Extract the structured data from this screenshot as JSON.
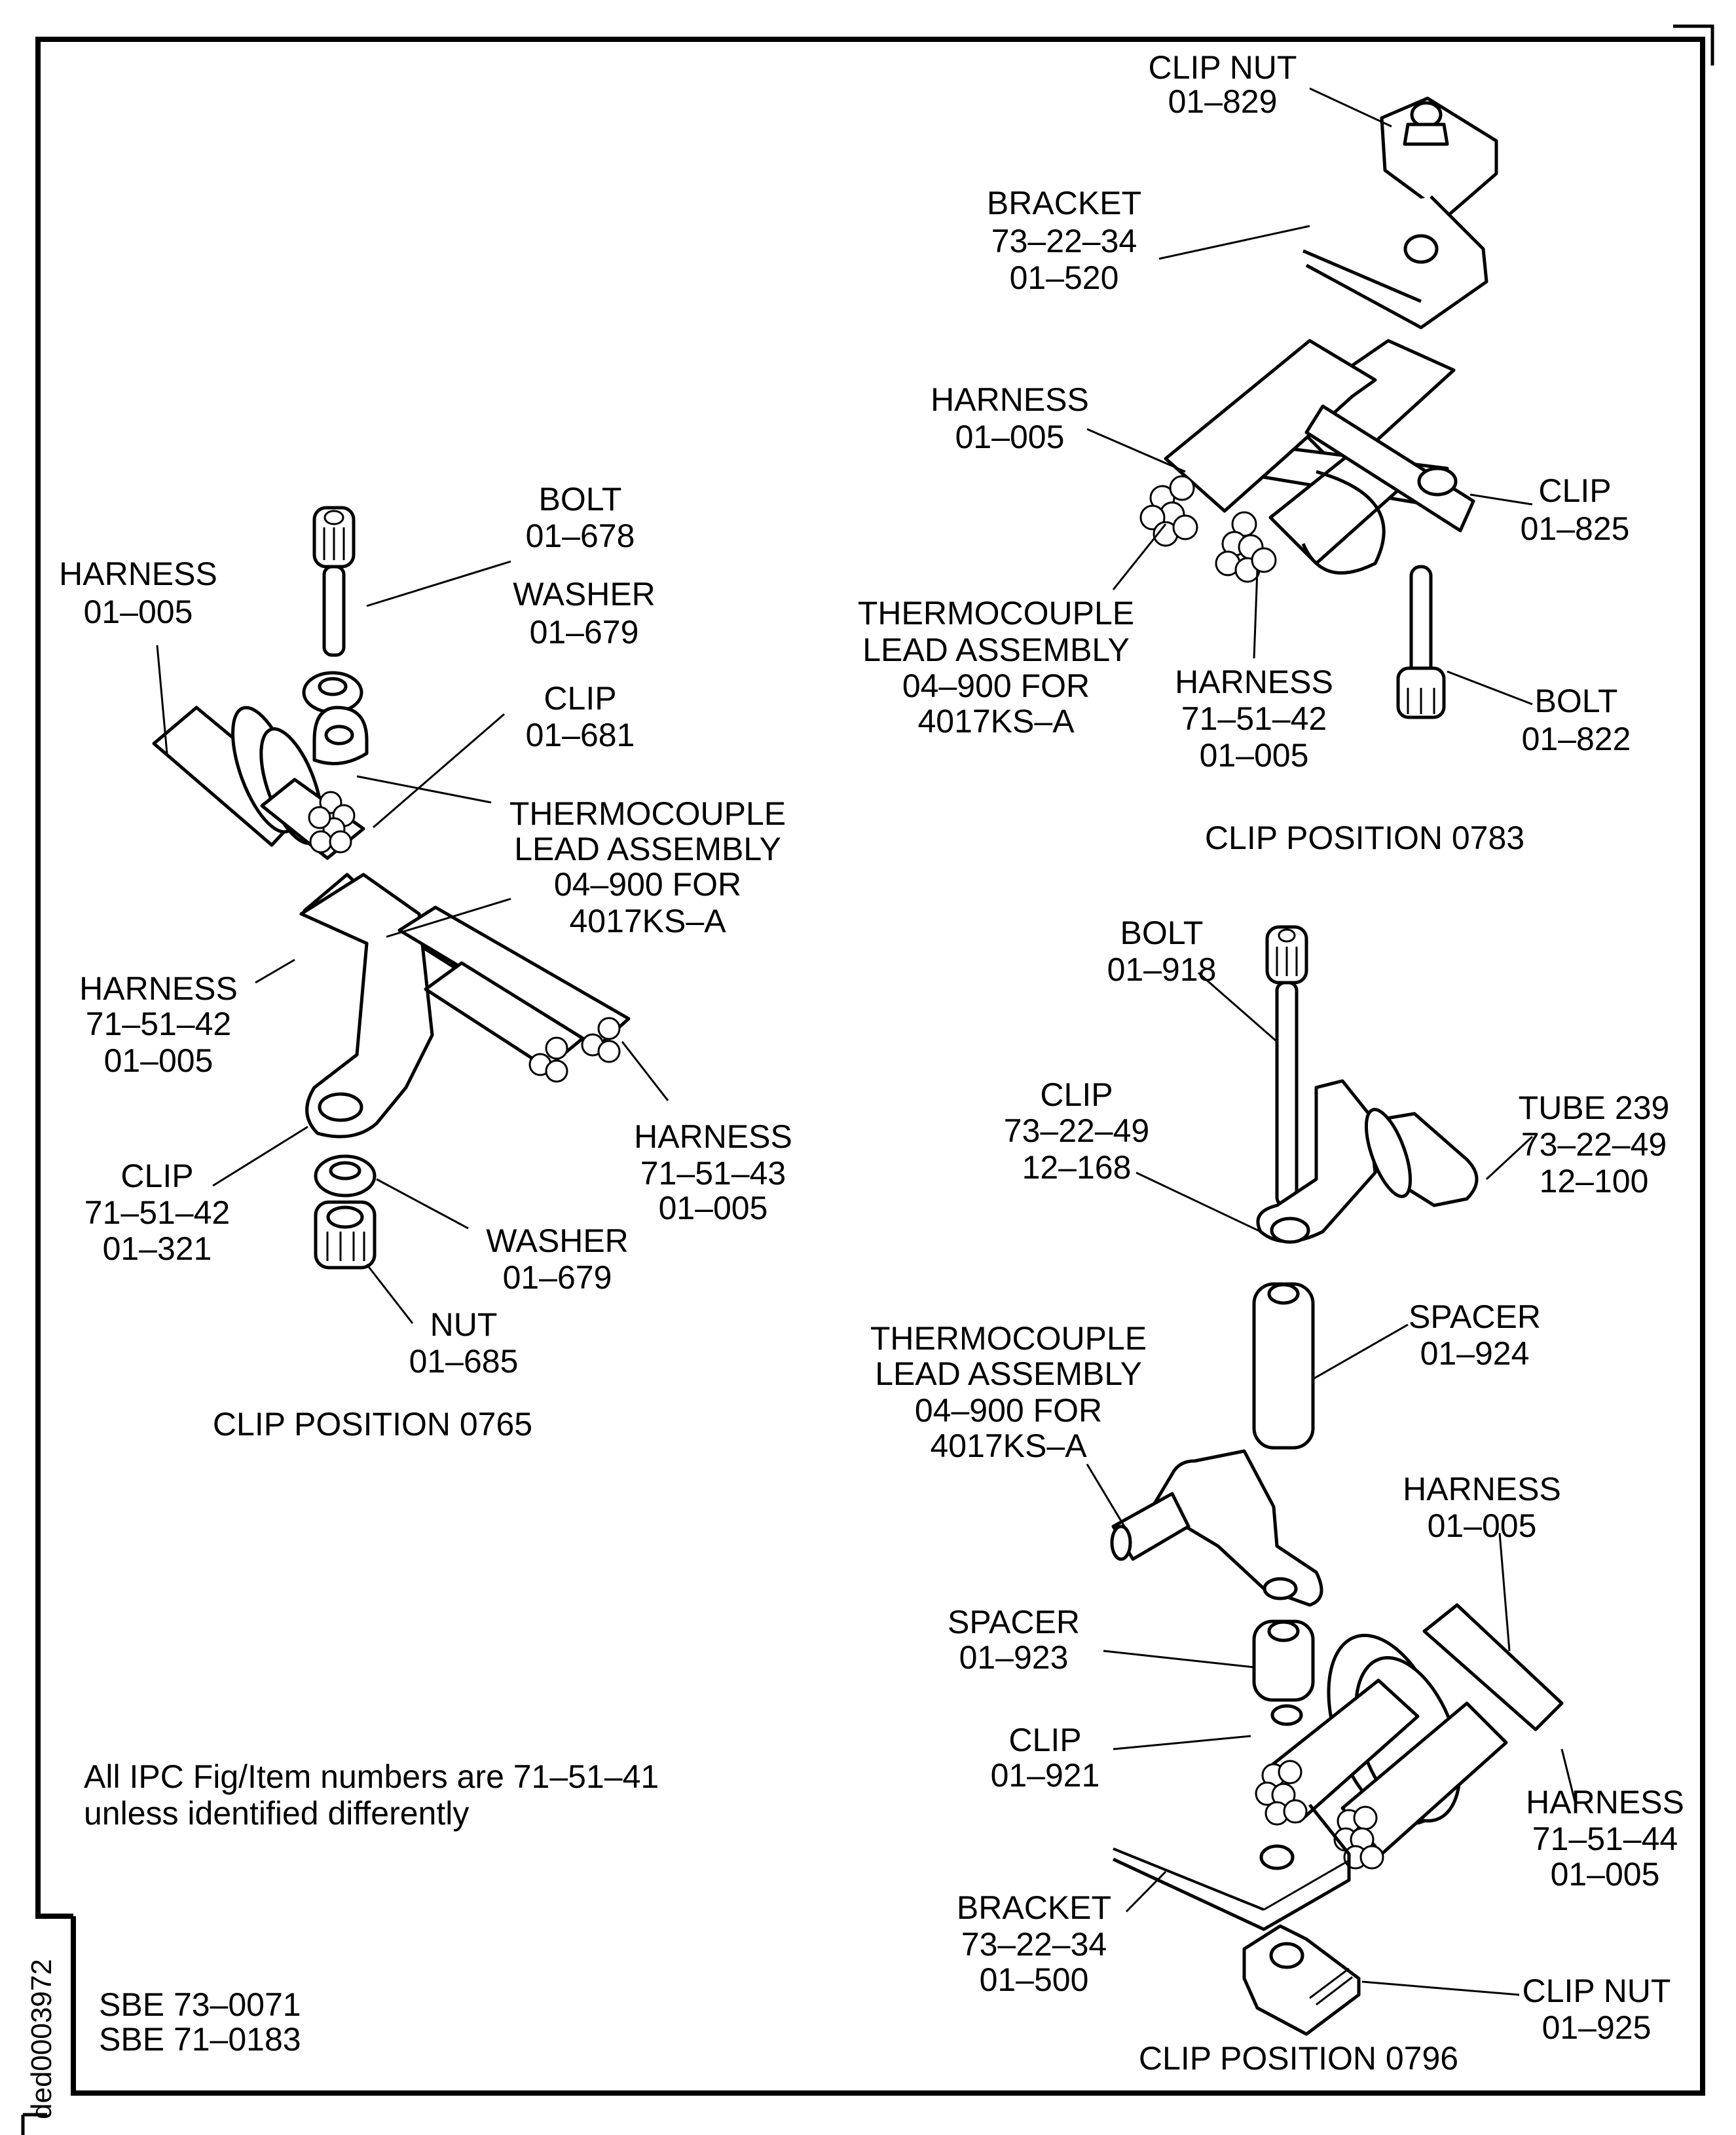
{
  "figure_id": "ded0003972",
  "note": {
    "lines": [
      "All IPC Fig/Item numbers are 71–51–41",
      "unless identified differently"
    ]
  },
  "references": [
    "SBE 73–0071",
    "SBE 71–0183"
  ],
  "groups": [
    {
      "title": "CLIP POSITION 0765",
      "callouts": [
        {
          "id": "bolt-678",
          "lines": [
            "BOLT",
            "01–678"
          ]
        },
        {
          "id": "harness-005-a",
          "lines": [
            "HARNESS",
            "01–005"
          ]
        },
        {
          "id": "washer-679-a",
          "lines": [
            "WASHER",
            "01–679"
          ]
        },
        {
          "id": "clip-681",
          "lines": [
            "CLIP",
            "01–681"
          ]
        },
        {
          "id": "thermocouple-a",
          "lines": [
            "THERMOCOUPLE",
            "LEAD ASSEMBLY",
            "04–900 FOR",
            "4017KS–A"
          ]
        },
        {
          "id": "harness-715142-a",
          "lines": [
            "HARNESS",
            "71–51–42",
            "01–005"
          ]
        },
        {
          "id": "harness-715143",
          "lines": [
            "HARNESS",
            "71–51–43",
            "01–005"
          ]
        },
        {
          "id": "clip-321",
          "lines": [
            "CLIP",
            "71–51–42",
            "01–321"
          ]
        },
        {
          "id": "washer-679-b",
          "lines": [
            "WASHER",
            "01–679"
          ]
        },
        {
          "id": "nut-685",
          "lines": [
            "NUT",
            "01–685"
          ]
        }
      ]
    },
    {
      "title": "CLIP POSITION 0783",
      "callouts": [
        {
          "id": "clipnut-829",
          "lines": [
            "CLIP NUT",
            "01–829"
          ]
        },
        {
          "id": "bracket-520",
          "lines": [
            "BRACKET",
            "73–22–34",
            "01–520"
          ]
        },
        {
          "id": "harness-005-b",
          "lines": [
            "HARNESS",
            "01–005"
          ]
        },
        {
          "id": "clip-825",
          "lines": [
            "CLIP",
            "01–825"
          ]
        },
        {
          "id": "thermocouple-b",
          "lines": [
            "THERMOCOUPLE",
            "LEAD ASSEMBLY",
            "04–900 FOR",
            "4017KS–A"
          ]
        },
        {
          "id": "harness-715142-b",
          "lines": [
            "HARNESS",
            "71–51–42",
            "01–005"
          ]
        },
        {
          "id": "bolt-822",
          "lines": [
            "BOLT",
            "01–822"
          ]
        }
      ]
    },
    {
      "title": "CLIP POSITION 0796",
      "callouts": [
        {
          "id": "bolt-918",
          "lines": [
            "BOLT",
            "01–918"
          ]
        },
        {
          "id": "clip-168",
          "lines": [
            "CLIP",
            "73–22–49",
            "12–168"
          ]
        },
        {
          "id": "tube-239",
          "lines": [
            "TUBE 239",
            "73–22–49",
            "12–100"
          ]
        },
        {
          "id": "spacer-924",
          "lines": [
            "SPACER",
            "01–924"
          ]
        },
        {
          "id": "thermocouple-c",
          "lines": [
            "THERMOCOUPLE",
            "LEAD ASSEMBLY",
            "04–900 FOR",
            "4017KS–A"
          ]
        },
        {
          "id": "harness-005-c",
          "lines": [
            "HARNESS",
            "01–005"
          ]
        },
        {
          "id": "spacer-923",
          "lines": [
            "SPACER",
            "01–923"
          ]
        },
        {
          "id": "clip-921",
          "lines": [
            "CLIP",
            "01–921"
          ]
        },
        {
          "id": "harness-715144",
          "lines": [
            "HARNESS",
            "71–51–44",
            "01–005"
          ]
        },
        {
          "id": "bracket-500",
          "lines": [
            "BRACKET",
            "73–22–34",
            "01–500"
          ]
        },
        {
          "id": "clipnut-925",
          "lines": [
            "CLIP NUT",
            "01–925"
          ]
        }
      ]
    }
  ]
}
